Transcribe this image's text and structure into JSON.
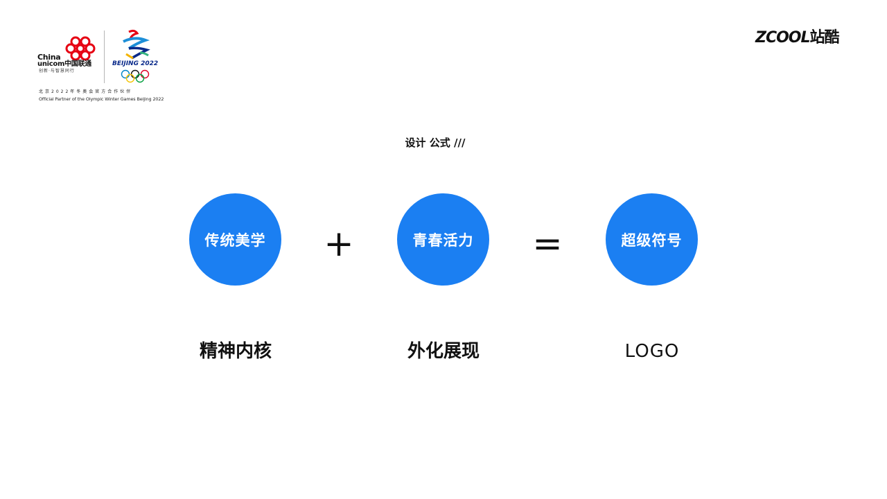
{
  "sponsor": {
    "unicom_name_line1": "China",
    "unicom_name_line2": "unicom中国联通",
    "unicom_slogan": "创新·与智慧同行",
    "olympic_text": "BEIJING 2022",
    "partner_cn": "北京2022年冬奥会官方合作伙伴",
    "partner_en": "Official Partner of the Olympic Winter Games Beijing 2022"
  },
  "brand": {
    "zcool_latin": "ZCOOL",
    "zcool_cn": "站酷"
  },
  "formula": {
    "title": "设计 公式 ///",
    "terms": [
      {
        "circle_label": "传统美学",
        "caption": "精神内核"
      },
      {
        "circle_label": "青春活力",
        "caption": "外化展现"
      },
      {
        "circle_label": "超级符号",
        "caption": "LOGO"
      }
    ],
    "operators": [
      "+",
      "="
    ]
  },
  "colors": {
    "circle_fill": "#1b7ff2",
    "unicom_red": "#e60012",
    "text": "#111111"
  }
}
